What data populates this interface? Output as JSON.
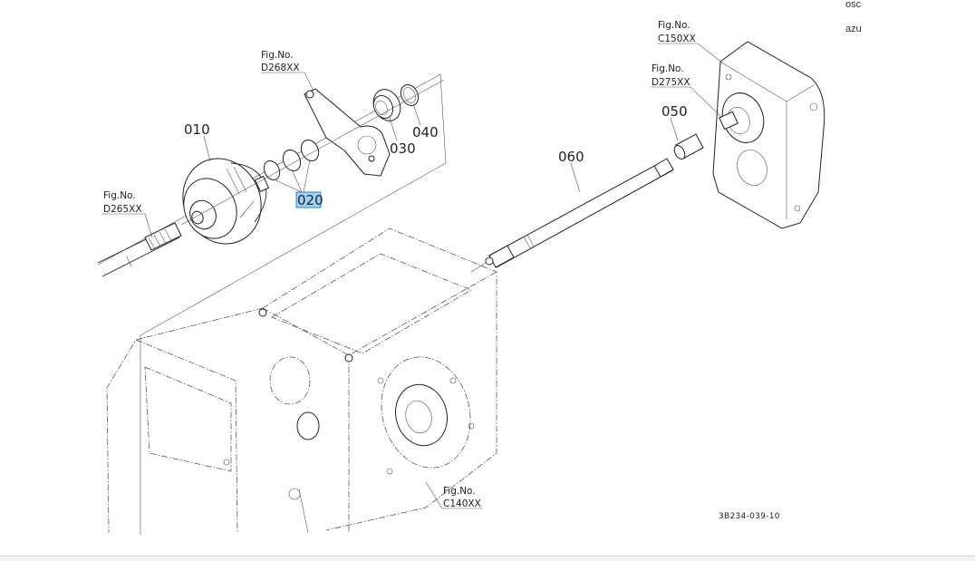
{
  "viewer": {
    "side_panel_fragments": [
      "osc",
      "azu"
    ]
  },
  "diagram": {
    "drawing_code": "3B234-039-10",
    "fig_label": "Fig.No.",
    "callouts": [
      {
        "ref": "010"
      },
      {
        "ref": "020",
        "highlighted": true
      },
      {
        "ref": "030"
      },
      {
        "ref": "040"
      },
      {
        "ref": "050"
      },
      {
        "ref": "060"
      }
    ],
    "figure_refs": [
      {
        "label": "Fig.No.",
        "code": "D268XX"
      },
      {
        "label": "Fig.No.",
        "code": "D265XX"
      },
      {
        "label": "Fig.No.",
        "code": "C150XX"
      },
      {
        "label": "Fig.No.",
        "code": "D275XX"
      },
      {
        "label": "Fig.No.",
        "code": "C140XX"
      }
    ],
    "highlight_color": "#9fd3f5"
  }
}
